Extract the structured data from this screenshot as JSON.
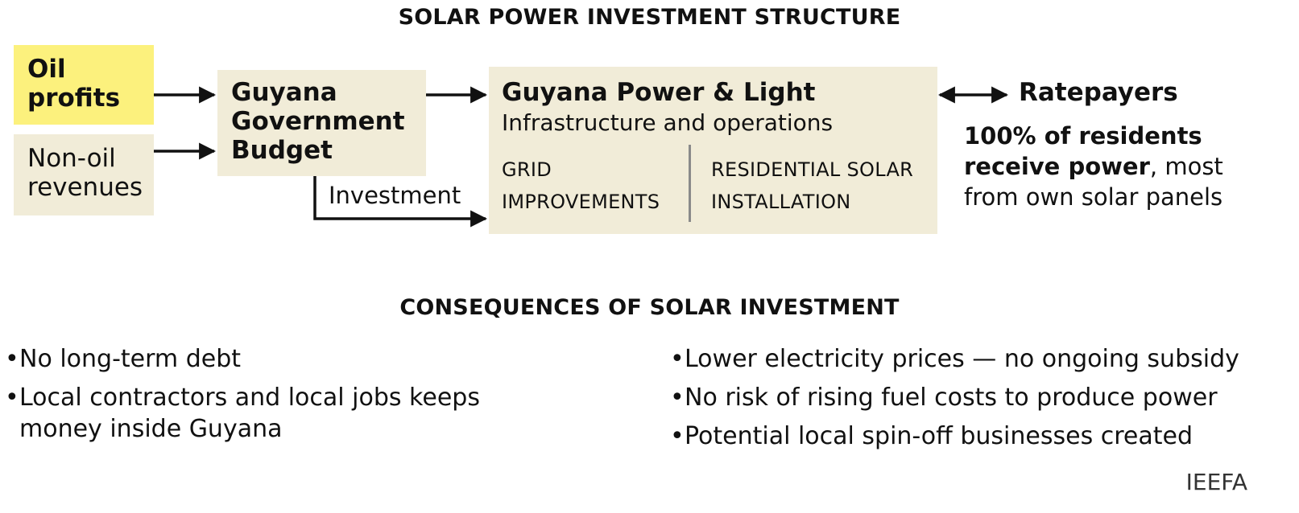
{
  "diagram": {
    "title": "SOLAR POWER INVESTMENT STRUCTURE",
    "oil_profits": "Oil profits",
    "non_oil_revenues": "Non-oil revenues",
    "budget": "Guyana Government Budget",
    "investment_label": "Investment",
    "gpl": {
      "title": "Guyana Power & Light",
      "subtitle": "Infrastructure and operations",
      "col1": "GRID IMPROVEMENTS",
      "col2": "RESIDENTIAL SOLAR INSTALLATION"
    },
    "ratepayers": "Ratepayers",
    "ratepayers_note_bold": "100% of residents receive power",
    "ratepayers_note_rest": ", most from own solar panels"
  },
  "consequences": {
    "title": "CONSEQUENCES OF SOLAR INVESTMENT",
    "bullet": "•",
    "left": [
      "No long-term debt",
      "Local contractors and local jobs keeps money inside Guyana"
    ],
    "right": [
      "Lower electricity prices — no ongoing subsidy",
      "No risk of rising fuel costs to produce power",
      "Potential local spin-off businesses created"
    ]
  },
  "source": "IEEFA",
  "colors": {
    "highlight": "#fcf17d",
    "box": "#f1ecd8",
    "divider": "#8a8a8a",
    "text": "#111111"
  }
}
